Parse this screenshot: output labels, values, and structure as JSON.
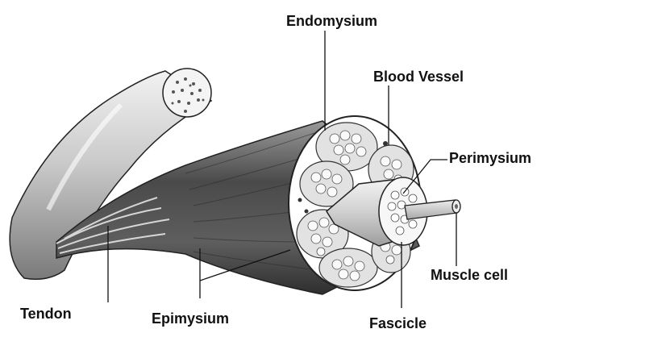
{
  "labels": {
    "endomysium": "Endomysium",
    "blood_vessel": "Blood Vessel",
    "perimysium": "Perimysium",
    "muscle_cell": "Muscle cell",
    "tendon": "Tendon",
    "epimysium": "Epimysium",
    "fascicle": "Fascicle"
  },
  "colors": {
    "ink": "#111111",
    "muscle_dark": "#3e3e3e",
    "tendon_light": "#d8d8d8",
    "paper": "#ffffff"
  }
}
